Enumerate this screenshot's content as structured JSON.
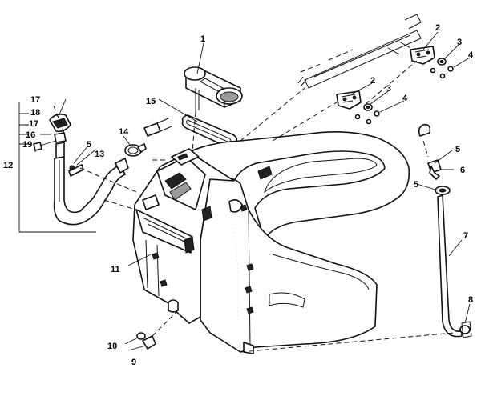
{
  "diagram": {
    "callouts": {
      "c1": "1",
      "c2a": "2",
      "c2b": "2",
      "c3a": "3",
      "c3b": "3",
      "c4a": "4",
      "c4b": "4",
      "c5a": "5",
      "c5b": "5",
      "c5c": "5",
      "c6": "6",
      "c7": "7",
      "c8": "8",
      "c9": "9",
      "c10": "10",
      "c11": "11",
      "c12": "12",
      "c13": "13",
      "c14": "14",
      "c15": "15",
      "c16": "16",
      "c17a": "17",
      "c17b": "17",
      "c18": "18",
      "c19": "19"
    }
  }
}
